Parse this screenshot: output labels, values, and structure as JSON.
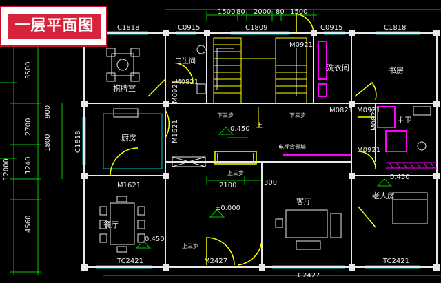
{
  "title": "一层平面图",
  "colors": {
    "background": "#000000",
    "wall": "#ffffff",
    "dimension": "#00ff00",
    "door": "#ffff00",
    "furniture": "#ffffff",
    "window": "#00ffff",
    "title_bg": "#d6243c"
  },
  "dimensions": {
    "top": [
      "1500",
      "80",
      "2000",
      "80",
      "1500"
    ],
    "left": [
      "3500",
      "2700",
      "1800",
      "900",
      "1240",
      "4560",
      "12000"
    ],
    "inner": [
      "2100",
      "300"
    ]
  },
  "windows": {
    "c1818_top_left": "C1818",
    "c0915_left": "C0915",
    "c1809": "C1809",
    "c0915_right": "C0915",
    "c1818_top_right": "C1818",
    "c1818_kitchen": "C1818",
    "tc2421_left": "TC2421",
    "c2427": "C2427",
    "tc2421_right": "TC2421"
  },
  "doors": {
    "m0921_top": "M0921",
    "m0821_wc": "M0821",
    "m0921_wc": "M0921",
    "m1621_kitchen": "M1621",
    "m0821_right": "M0821",
    "m0921_right1": "M0921",
    "m0921_right2": "M0921",
    "m1621_dining": "M1621",
    "m2427": "M2427"
  },
  "rooms": {
    "chess_room": "棋牌室",
    "toilet": "卫生间",
    "laundry": "洗衣间",
    "study": "书房",
    "kitchen": "厨房",
    "master_bath": "主卫",
    "dining": "餐厅",
    "living": "客厅",
    "elder_room": "老人房",
    "tv_wall": "电视背景墙"
  },
  "stairs": {
    "down_left": "下三步",
    "down_right": "下三步",
    "up_center": "上三步",
    "up_dining": "上三步",
    "up_arrow": "上"
  },
  "levels": {
    "hall": "0.450",
    "dining": "0.450",
    "elder": "0.450",
    "living": "±0.000"
  }
}
